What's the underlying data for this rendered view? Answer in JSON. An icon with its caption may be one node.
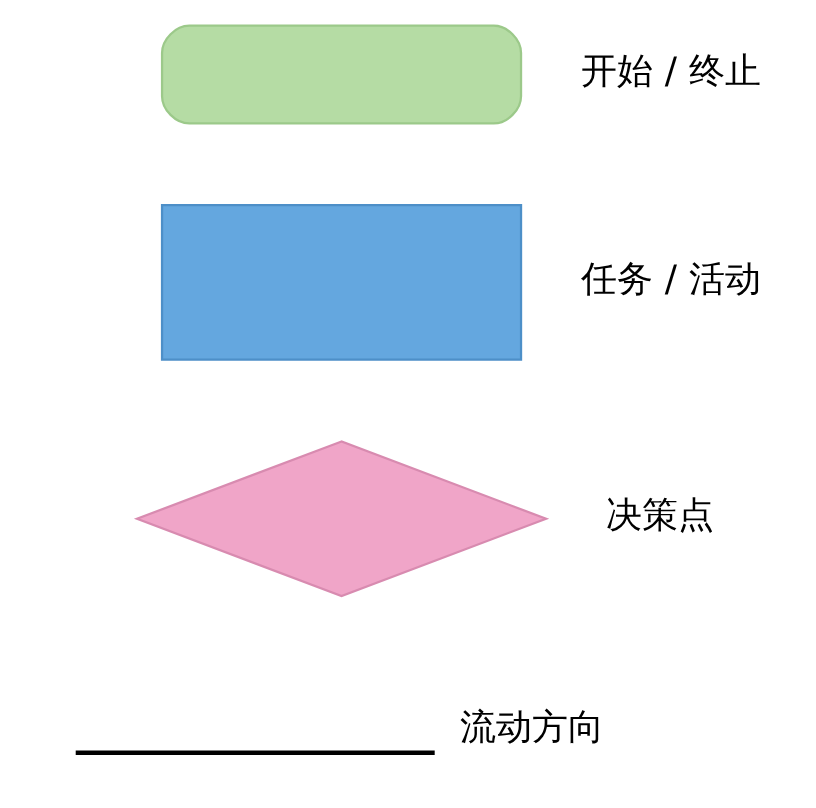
{
  "diagram": {
    "nodes": [
      {
        "text": [],
        "shape": "box",
        "beside": [
          "开始 / 终止"
        ]
      },
      {
        "text": [],
        "shape": "box",
        "beside": [
          "任务 / 活动"
        ]
      },
      {
        "text": [],
        "shape": "diamond",
        "beside": [
          "决策点"
        ]
      }
    ],
    "edges": [],
    "legend": [
      {
        "text": "流动方向"
      }
    ]
  }
}
